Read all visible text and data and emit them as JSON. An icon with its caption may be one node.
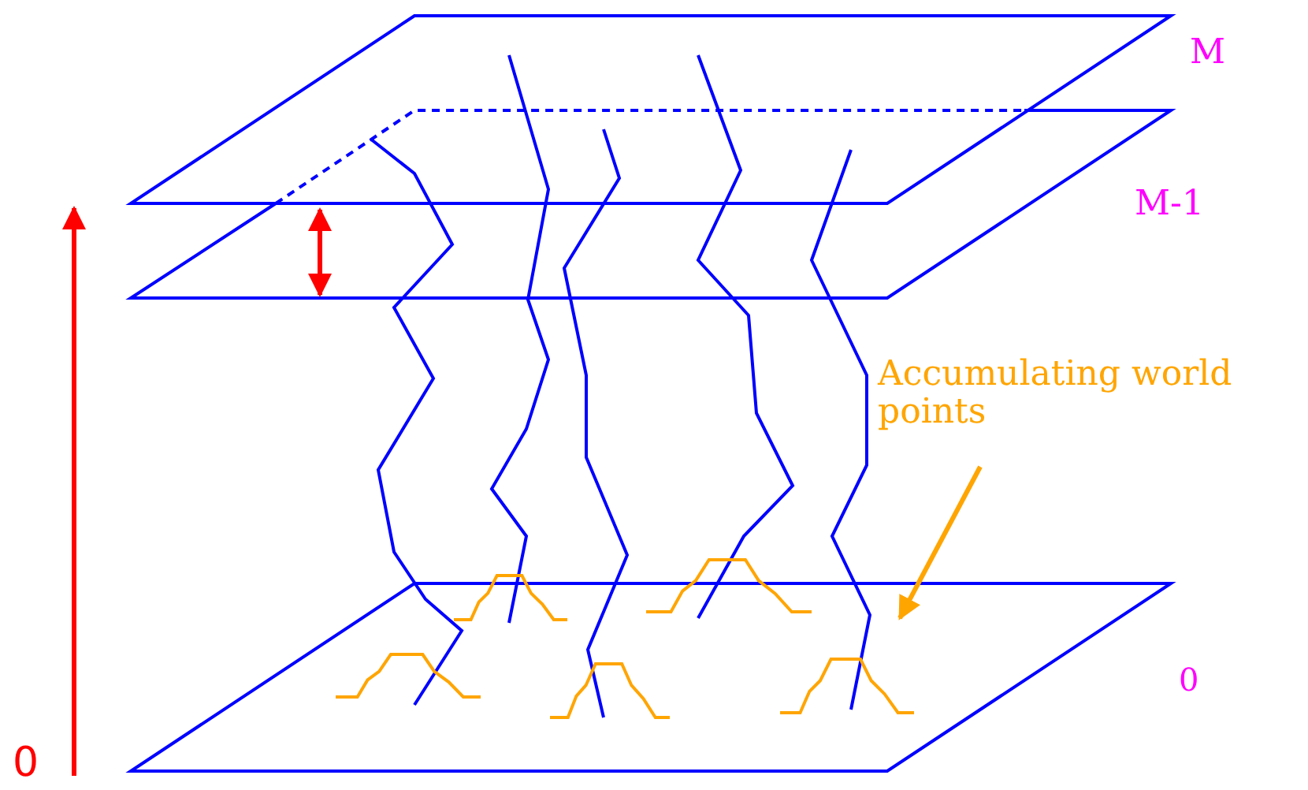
{
  "diagram": {
    "nodes": [
      {
        "text": [
          "Accumulating world points"
        ]
      },
      {
        "text": [],
        "shape": "curve"
      }
    ],
    "edges": [
      {
        "from": 0,
        "to": 1,
        "arrow": "to"
      }
    ],
    "labels": [
      "M",
      "M-1",
      "0",
      "0"
    ]
  }
}
